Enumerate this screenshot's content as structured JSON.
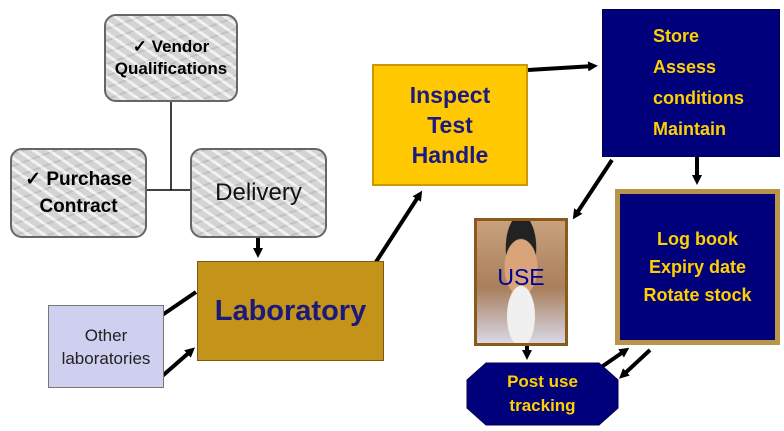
{
  "nodes": {
    "vendor": {
      "check": "✓",
      "line1": "Vendor",
      "line2": "Qualifications"
    },
    "purchase": {
      "check": "✓",
      "line1": "Purchase",
      "line2": "Contract"
    },
    "delivery": {
      "label": "Delivery"
    },
    "laboratory": {
      "label": "Laboratory"
    },
    "other": {
      "line1": "Other",
      "line2": "laboratories"
    },
    "inspect": {
      "line1": "Inspect",
      "line2": "Test",
      "line3": "Handle"
    },
    "store": {
      "line1": "Store",
      "line2": "Assess",
      "line3": "conditions",
      "line4": "Maintain"
    },
    "logbook": {
      "line1": "Log book",
      "line2": "Expiry date",
      "line3": "Rotate stock"
    },
    "use": {
      "label": "USE"
    },
    "postuse": {
      "line1": "Post use",
      "line2": "tracking"
    }
  },
  "colors": {
    "navy": "#00007a",
    "gold_text": "#ffd000",
    "laboratory_fill": "#c4931a",
    "inspect_fill": "#ffc800",
    "other_fill": "#cfcfef",
    "marble": "#d6d6d6"
  },
  "icons": {
    "use_photo": "person-using-pipette-photo"
  }
}
